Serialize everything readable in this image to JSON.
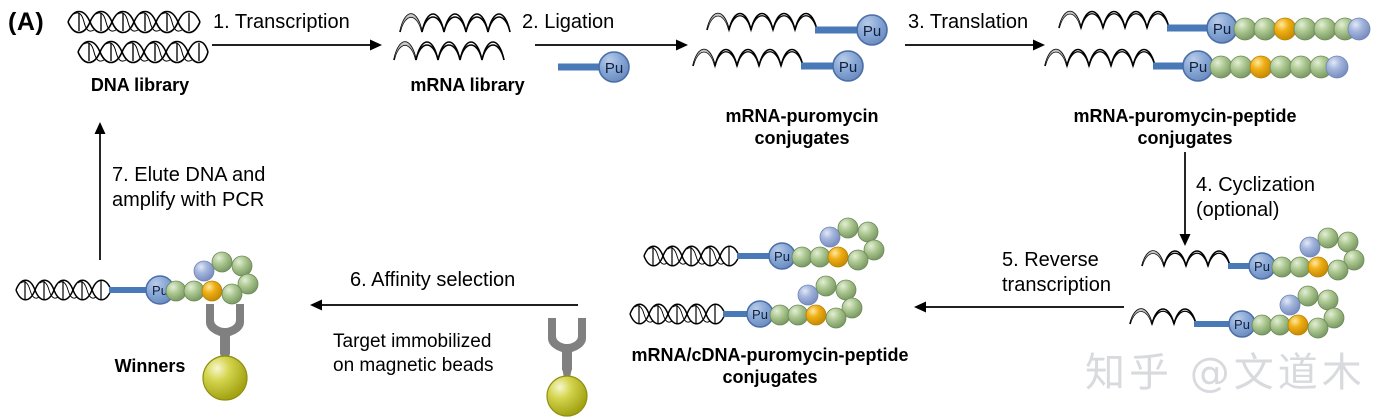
{
  "panel": {
    "tag": "(A)"
  },
  "steps": [
    {
      "id": "step1",
      "label": "1. Transcription"
    },
    {
      "id": "step2",
      "label": "2. Ligation"
    },
    {
      "id": "step3",
      "label": "3. Translation"
    },
    {
      "id": "step4",
      "label": "4. Cyclization\n(optional)"
    },
    {
      "id": "step5",
      "label": "5. Reverse\ntranscription"
    },
    {
      "id": "step6",
      "label": "6. Affinity selection"
    },
    {
      "id": "step7",
      "label": "7. Elute DNA and\namplify with PCR"
    }
  ],
  "nodes": [
    {
      "id": "dna-library",
      "label": "DNA library"
    },
    {
      "id": "mrna-library",
      "label": "mRNA library"
    },
    {
      "id": "mrna-puromycin",
      "label": "mRNA-puromycin\nconjugates"
    },
    {
      "id": "mrna-puromycin-peptide",
      "label": "mRNA-puromycin-peptide\nconjugates"
    },
    {
      "id": "cyclized-conjugates",
      "label": ""
    },
    {
      "id": "mrna-cdna-puromycin-peptide",
      "label": "mRNA/cDNA-puromycin-peptide\nconjugates"
    },
    {
      "id": "winners",
      "label": "Winners"
    }
  ],
  "annotations": {
    "target_note": "Target immobilized\non magnetic beads",
    "puromycin_tag": "Pu"
  },
  "watermark": {
    "text": "知乎 @文道木"
  },
  "colors": {
    "puromycin_fill": "#7d9fd0",
    "puromycin_stroke": "#4a6ea8",
    "linker": "#4a79b8",
    "peptide_green": "#9dbb86",
    "peptide_gold": "#e8a813",
    "peptide_blue": "#9aaed4",
    "magnetic_bead": "#c2c22a",
    "target_gray": "#808080",
    "nucleic_gray": "#b3b3b3",
    "watermark_gray": "#d8dade"
  }
}
